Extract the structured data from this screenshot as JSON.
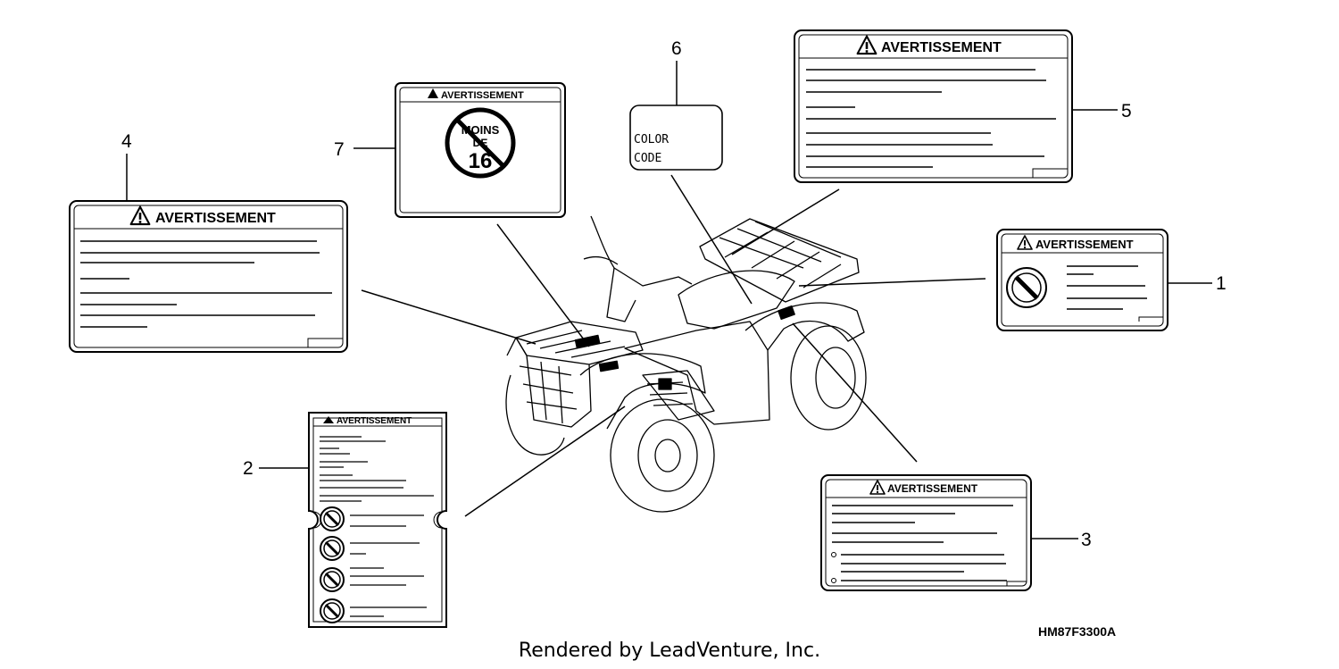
{
  "diagram_code": "HM87F3300A",
  "footer": "Rendered by LeadVenture, Inc.",
  "labels": {
    "l1": {
      "callout": "1",
      "header": "AVERTISSEMENT"
    },
    "l2": {
      "callout": "2",
      "header": "AVERTISSEMENT"
    },
    "l3": {
      "callout": "3",
      "header": "AVERTISSEMENT"
    },
    "l4": {
      "callout": "4",
      "header": "AVERTISSEMENT"
    },
    "l5": {
      "callout": "5",
      "header": "AVERTISSEMENT"
    },
    "l6": {
      "callout": "6",
      "line1": "COLOR",
      "line2": "CODE"
    },
    "l7": {
      "callout": "7",
      "header": "AVERTISSEMENT",
      "sign_top": "MOINS",
      "sign_mid": "DE",
      "sign_num": "16"
    }
  },
  "icons": [
    "warning-triangle-icon",
    "prohibition-icon"
  ],
  "colors": {
    "ink": "#000000",
    "paper": "#ffffff"
  }
}
